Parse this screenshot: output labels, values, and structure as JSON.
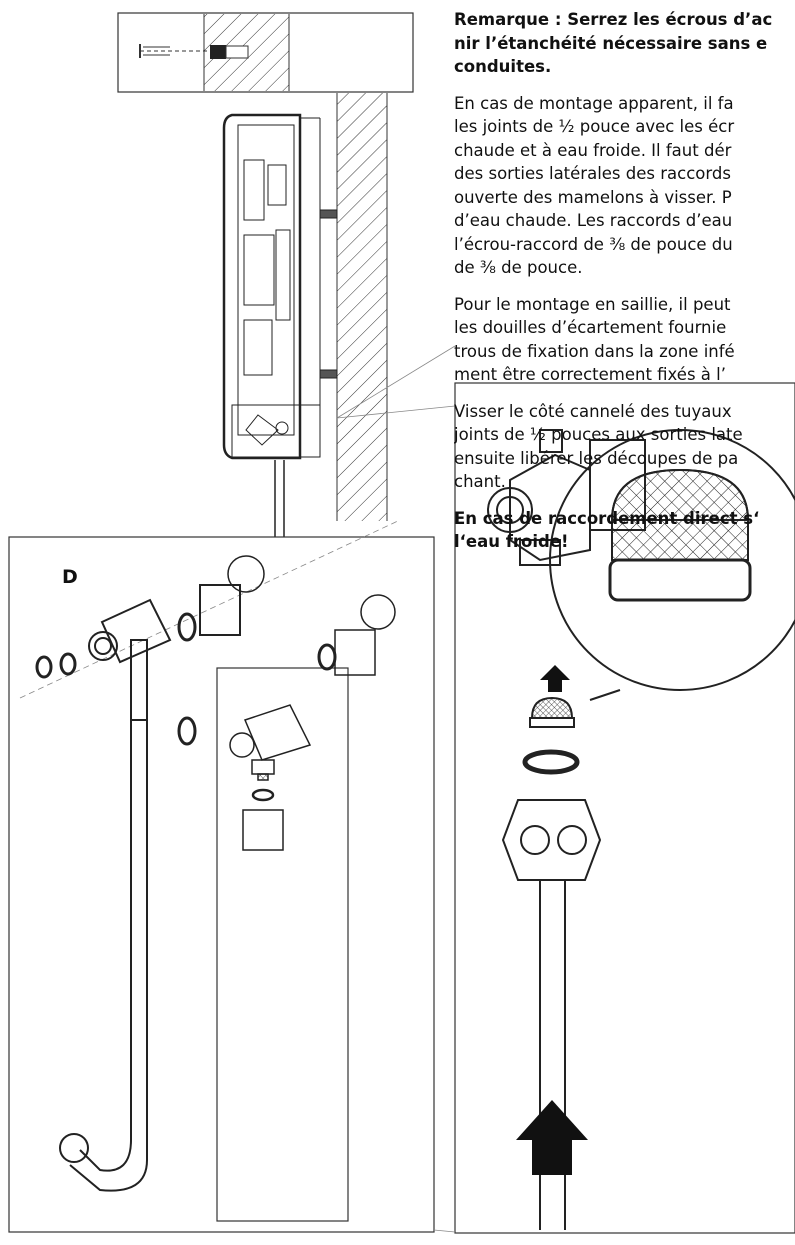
{
  "text": {
    "note": {
      "lines": [
        "Remarque : Serrez les écrous d’ac",
        "nir l’étanchéité nécessaire sans e",
        "conduites."
      ]
    },
    "para1": {
      "lines": [
        "En cas de montage apparent, il fa",
        "les joints de ½ pouce avec les écr",
        "chaude et à eau froide. Il faut dér",
        "des sorties latérales des raccords",
        "ouverte des mamelons à visser. P",
        "d’eau chaude. Les raccords d’eau",
        "l’écrou-raccord de ⅜ de pouce du",
        "de ⅜ de pouce."
      ]
    },
    "para2": {
      "lines": [
        "Pour le montage en saillie, il peut",
        "les douilles d’écartement fournie",
        "trous de fixation dans la zone infé",
        "ment être correctement fixés à l’"
      ]
    },
    "para3": {
      "lines": [
        "Visser le côté cannelé des tuyaux",
        "joints de ½ pouces aux sorties late",
        "ensuite libérer les découpes de pa",
        "chant."
      ]
    },
    "warning": {
      "lines": [
        "En cas de raccordement direct s‘",
        "l‘eau froide!"
      ]
    }
  },
  "diagram": {
    "label_d": "D"
  }
}
